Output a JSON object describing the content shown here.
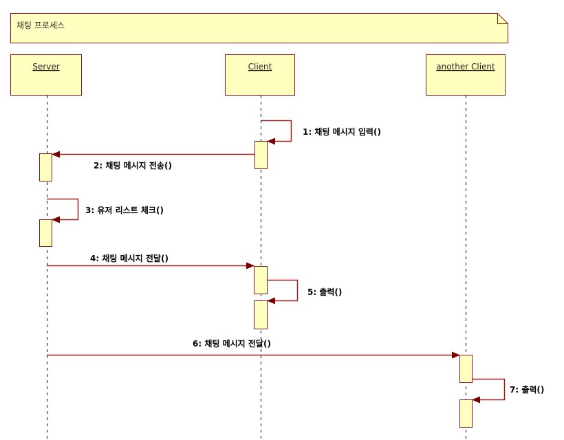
{
  "note": {
    "text": "채팅 프로세스"
  },
  "colors": {
    "fill": "#ffffc0",
    "border": "#8b1a1a",
    "message_line": "#9b1c1c",
    "arrowhead": "#7a0000",
    "lifeline": "#000000"
  },
  "lifelines": [
    {
      "id": "server",
      "name": "Server"
    },
    {
      "id": "client",
      "name": "Client"
    },
    {
      "id": "another",
      "name": "another Client"
    }
  ],
  "messages": [
    {
      "seq": "1",
      "label": "1: 채팅 메시지 입력()",
      "from": "client",
      "to": "client"
    },
    {
      "seq": "2",
      "label": "2: 채팅 메시지 전송()",
      "from": "client",
      "to": "server"
    },
    {
      "seq": "3",
      "label": "3: 유저 리스트 체크()",
      "from": "server",
      "to": "server"
    },
    {
      "seq": "4",
      "label": "4: 채팅 메시지 전달()",
      "from": "server",
      "to": "client"
    },
    {
      "seq": "5",
      "label": "5: 출력()",
      "from": "client",
      "to": "client"
    },
    {
      "seq": "6",
      "label": "6: 채팅 메시지 전달()",
      "from": "server",
      "to": "another"
    },
    {
      "seq": "7",
      "label": "7: 출력()",
      "from": "another",
      "to": "another"
    }
  ]
}
